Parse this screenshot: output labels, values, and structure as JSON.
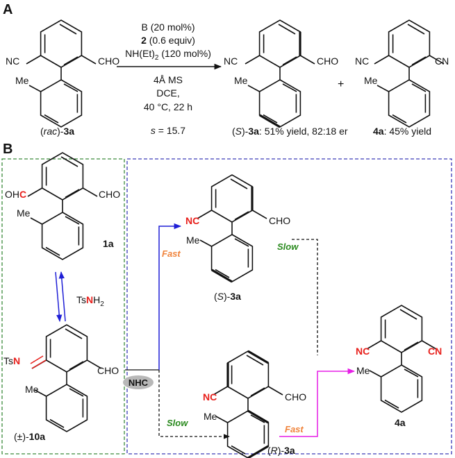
{
  "panelA": {
    "label": "A",
    "substrate": {
      "cn": "NC",
      "cho": "CHO",
      "me": "Me",
      "name_prefix": "(",
      "name_italic": "rac",
      "name_close": ")-",
      "name_bold": "3a"
    },
    "conditions": {
      "line1": "B (20 mol%)",
      "line2_bold": "2",
      "line2_rest": " (0.6 equiv)",
      "line3_main": "NH(Et)",
      "line3_sub": "2",
      "line3_rest": " (120 mol%)",
      "line4": "4Å MS",
      "line5": "DCE,",
      "line6": "40 °C, 22 h",
      "line7_italic": "s",
      "line7_rest": " = 15.7"
    },
    "product": {
      "cn": "NC",
      "cho": "CHO",
      "me": "Me",
      "name_open": "(",
      "name_italic": "S",
      "name_close": ")-",
      "name_bold": "3a",
      "name_rest": ": 51% yield, 82:18 er"
    },
    "plus": "+",
    "byproduct": {
      "cn_left": "NC",
      "cn_right": "CN",
      "me": "Me",
      "name_bold": "4a",
      "name_rest": ": 45% yield"
    }
  },
  "panelB": {
    "label": "B",
    "aldehyde": {
      "ohc_black": "OH",
      "ohc_red": "C",
      "cho": "CHO",
      "me": "Me",
      "name": "1a"
    },
    "reagent": {
      "ts": "Ts",
      "n": "N",
      "h": "H",
      "sub": "2"
    },
    "imine": {
      "ts": "Ts",
      "n": "N",
      "cho": "CHO",
      "me": "Me",
      "name_pre": "(±)-",
      "name_bold": "10a"
    },
    "catalyst": "NHC",
    "fast_label": "Fast",
    "slow_label": "Slow",
    "s_product": {
      "nc": "NC",
      "cho": "CHO",
      "me": "Me",
      "name_open": "(",
      "name_italic": "S",
      "name_close": ")-",
      "name_bold": "3a"
    },
    "r_product": {
      "nc": "NC",
      "cho": "CHO",
      "me": "Me",
      "name_open": "(",
      "name_italic": "R",
      "name_close": ")-",
      "name_bold": "3a"
    },
    "dinitrile": {
      "nc": "NC",
      "cn": "CN",
      "me": "Me",
      "name": "4a"
    }
  },
  "colors": {
    "red": "#e8201c",
    "orange": "#f0843c",
    "green": "#2a8a1e",
    "blue": "#1f1fd6",
    "magenta": "#e61fe6",
    "dash_green": "#3a8a3a",
    "dash_blue": "#3a3ab8"
  }
}
